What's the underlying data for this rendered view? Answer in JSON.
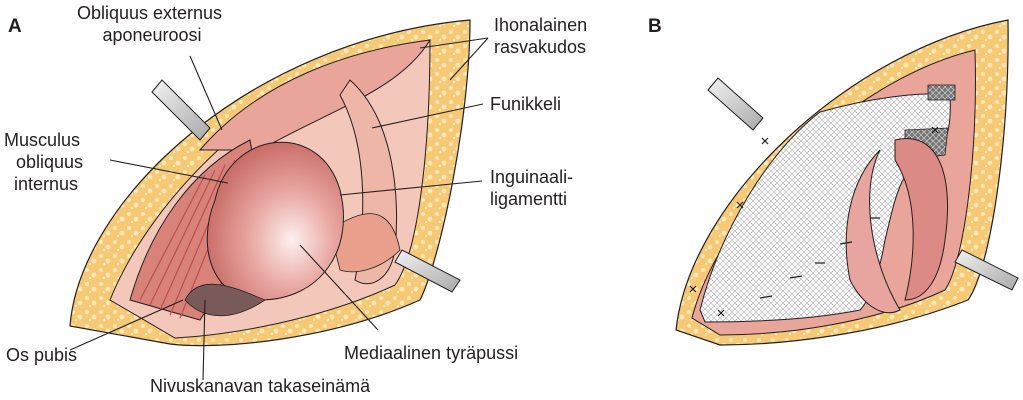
{
  "panels": [
    {
      "letter": "A"
    },
    {
      "letter": "B"
    }
  ],
  "labels": {
    "obliquus_externus_line1": "Obliquus externus",
    "obliquus_externus_line2": "aponeuroosi",
    "ihonalainen_line1": "Ihonalainen",
    "ihonalainen_line2": "rasvakudos",
    "funikkeli": "Funikkeli",
    "musculus_line1": "Musculus",
    "musculus_line2": "obliquus",
    "musculus_line3": "internus",
    "inguinaali_line1": "Inguinaali-",
    "inguinaali_line2": "ligamentti",
    "os_pubis": "Os pubis",
    "mediaalinen": "Mediaalinen tyräpussi",
    "nivuskanavan": "Nivuskanavan takaseinämä"
  },
  "colors": {
    "fat": "#f6c977",
    "fat_dots": "#fbe7b8",
    "skin_edge": "#e9a257",
    "muscle": "#d9827a",
    "muscle_dark": "#b8534d",
    "tissue_light": "#f3c7b9",
    "sac": "#dc8a86",
    "mesh": "#f4f4f4",
    "retractor": "#d8d8d8"
  }
}
